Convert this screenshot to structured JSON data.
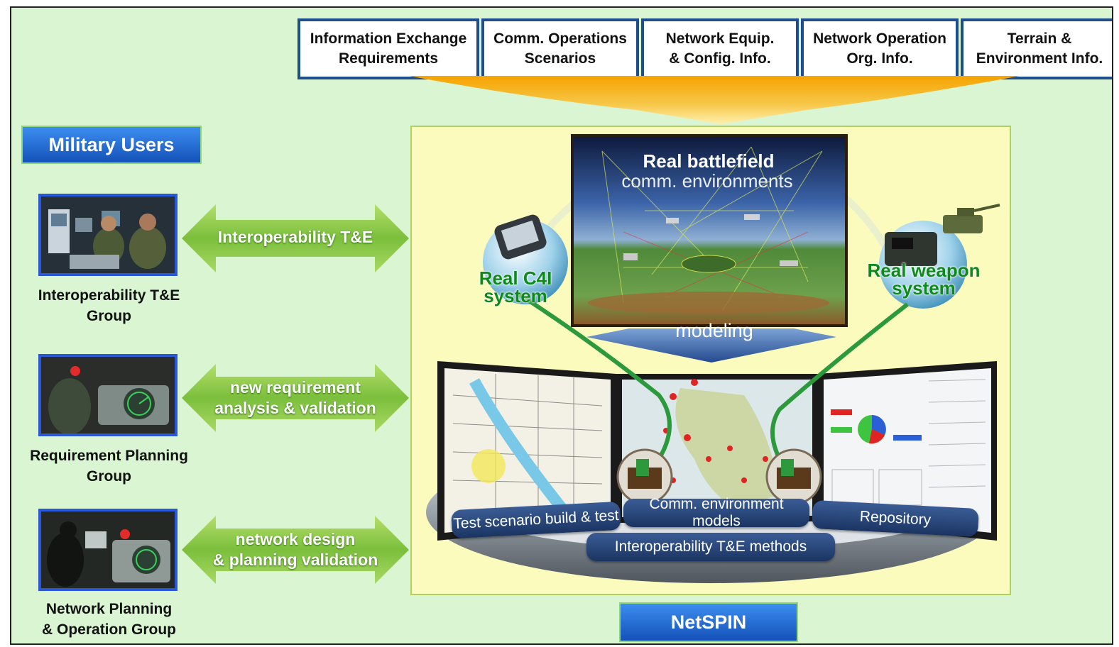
{
  "inputs": [
    {
      "label": "Information Exchange\nRequirements"
    },
    {
      "label": "Comm. Operations\nScenarios"
    },
    {
      "label": "Network Equip.\n& Config. Info."
    },
    {
      "label": "Network Operation\nOrg. Info."
    },
    {
      "label": "Terrain &\nEnvironment Info."
    }
  ],
  "military_users": {
    "title": "Military Users"
  },
  "groups": [
    {
      "name": "Interoperability T&E\nGroup",
      "arrow_label": "Interoperability T&E"
    },
    {
      "name": "Requirement Planning\nGroup",
      "arrow_label": "new  requirement\nanalysis & validation"
    },
    {
      "name": "Network Planning\n& Operation Group",
      "arrow_label": "network design\n& planning validation"
    }
  ],
  "battlefield": {
    "line1": "Real battlefield",
    "line2": "comm. environments"
  },
  "real_c4i": {
    "label": "Real C4I\nsystem"
  },
  "real_weapon": {
    "label": "Real weapon\nsystem"
  },
  "modeling": {
    "label": "modeling"
  },
  "modules": {
    "test": "Test scenario build & test",
    "comm": "Comm. environment models",
    "repo": "Repository",
    "methods": "Interoperability T&E methods"
  },
  "platform": {
    "title": "NetSPIN"
  },
  "colors": {
    "accent_blue": "#1f4e8c",
    "arrow_green": "#79c043",
    "background": "#d9f5d2",
    "inner_panel": "#fbfbbe",
    "label_green": "#0d8a1a"
  }
}
